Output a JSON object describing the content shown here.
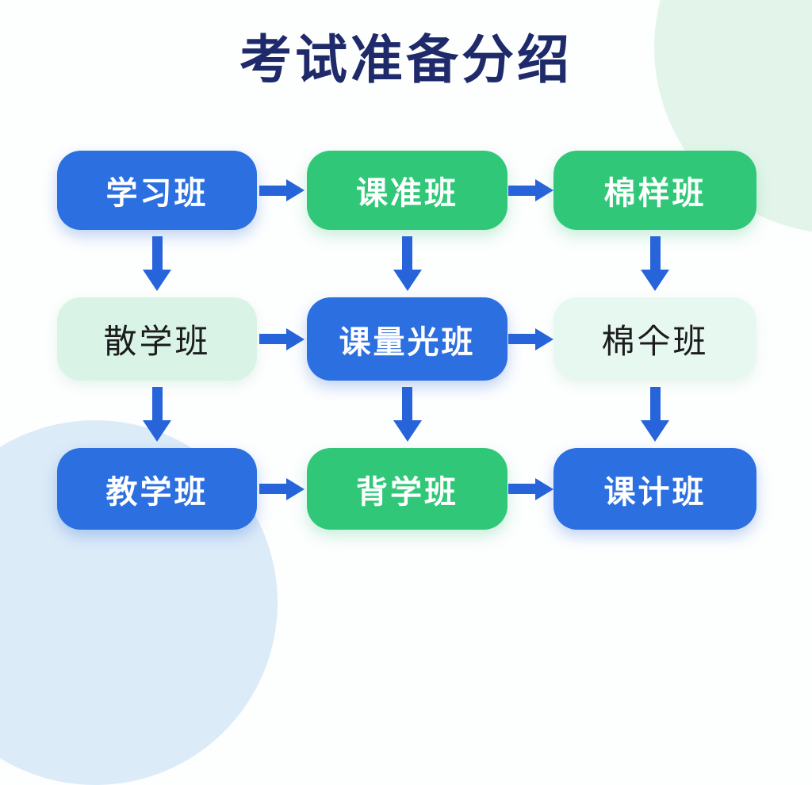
{
  "title": "考试准备分绍",
  "colors": {
    "blue": "#2B6FE0",
    "green": "#30C878",
    "mint": "#D9F4E6",
    "mint_light": "#E7F8F0",
    "arrow": "#2764DA",
    "title_color": "#1F2A6B",
    "dark_text": "#1C1C1E",
    "blob_green": "#E3F5EB",
    "blob_blue": "#DCEBF8"
  },
  "flowchart": {
    "rows": [
      {
        "cells": [
          {
            "label": "学习班",
            "style": "blue"
          },
          {
            "label": "课准班",
            "style": "green"
          },
          {
            "label": "棉样班",
            "style": "green"
          }
        ]
      },
      {
        "cells": [
          {
            "label": "散学班",
            "style": "mint"
          },
          {
            "label": "课量光班",
            "style": "blue"
          },
          {
            "label": "棉仐班",
            "style": "mint-light"
          }
        ]
      },
      {
        "cells": [
          {
            "label": "教学班",
            "style": "blue"
          },
          {
            "label": "背学班",
            "style": "green"
          },
          {
            "label": "课计班",
            "style": "blue"
          }
        ]
      }
    ]
  }
}
